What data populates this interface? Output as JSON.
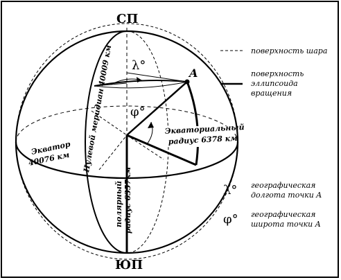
{
  "poles": {
    "north": "СП",
    "south": "ЮП"
  },
  "point_label": "A",
  "angles": {
    "longitude_symbol": "λ°",
    "latitude_symbol": "φ°"
  },
  "meridian_label": "Нулевой меридиан  40009 км",
  "equator_label_line1": "Экватор",
  "equator_label_line2": "40076 км",
  "equatorial_radius_line1": "Экваториальный",
  "equatorial_radius_line2": "радиус  6378 км",
  "polar_radius_line1": "полярный",
  "polar_radius_line2": "радиус 6357км",
  "legend": {
    "sphere_surface": "поверхность шара",
    "ellipsoid_line1": "поверхность",
    "ellipsoid_line2": "эллипсоида",
    "ellipsoid_line3": "вращения",
    "longitude_desc_line1": "географическая",
    "longitude_desc_line2": "долгота точки A",
    "latitude_desc_line1": "географическая",
    "latitude_desc_line2": "широта точки A"
  }
}
